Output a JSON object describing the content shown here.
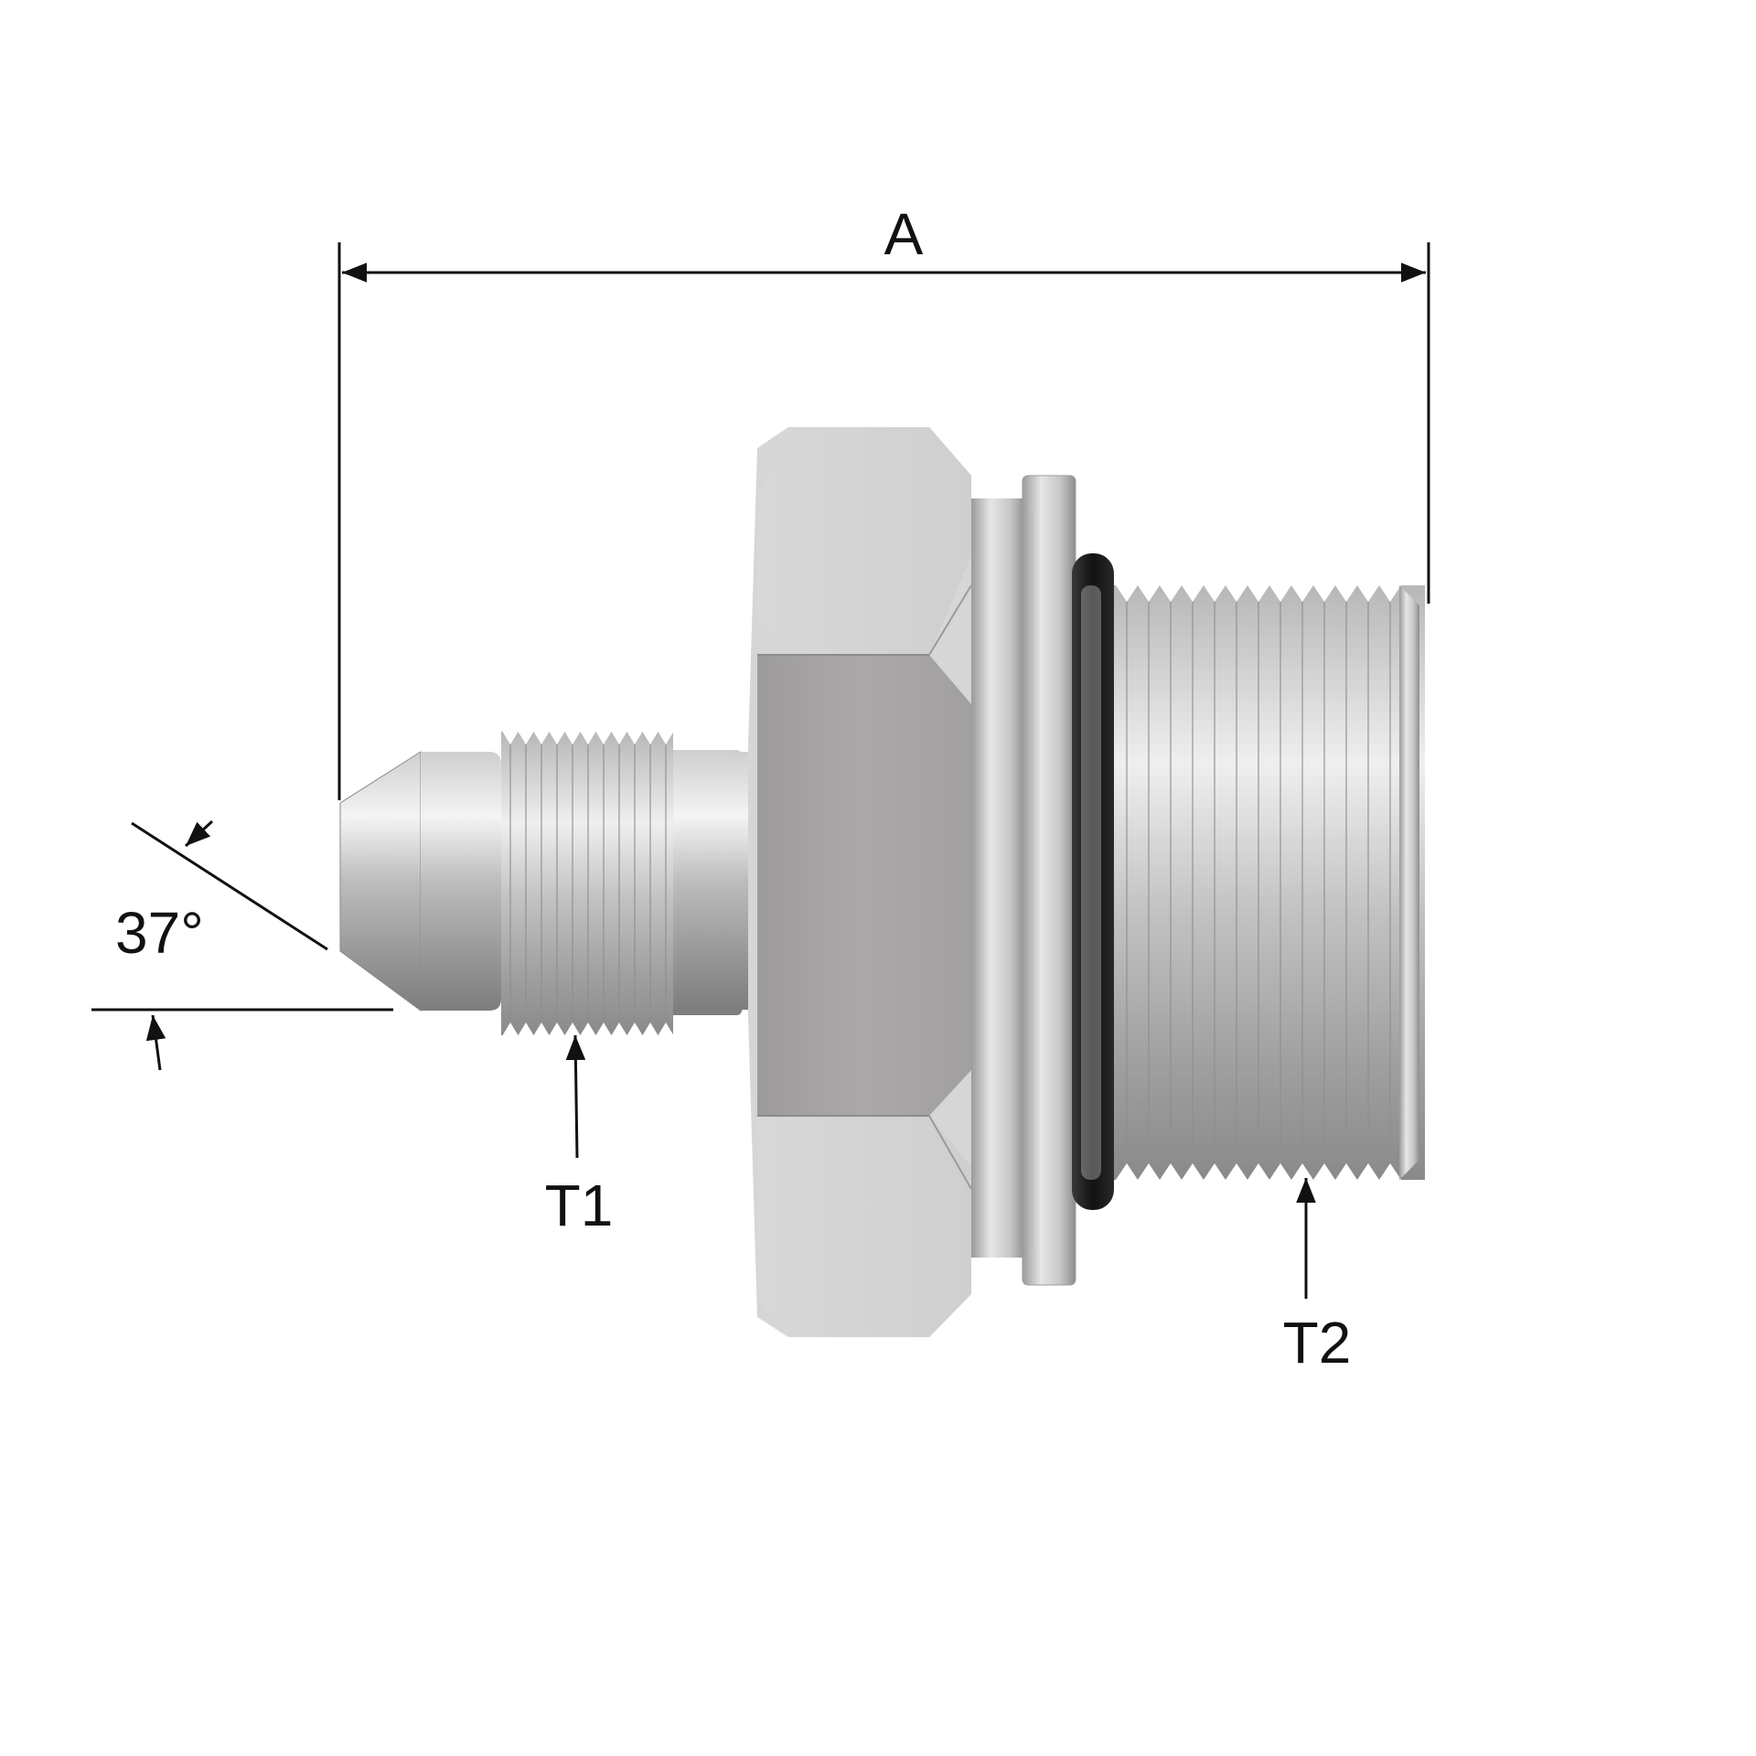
{
  "labels": {
    "overall_length": "A",
    "flare_angle": "37°",
    "thread_1": "T1",
    "thread_2": "T2"
  },
  "colors": {
    "background": "#ffffff",
    "steel_light": "#e2e2e2",
    "steel_mid": "#c4c4c4",
    "steel_dark": "#8f8f8f",
    "hex_face": "#a8a6a6",
    "oring": "#1c1c1c",
    "dimension_line": "#111111"
  }
}
